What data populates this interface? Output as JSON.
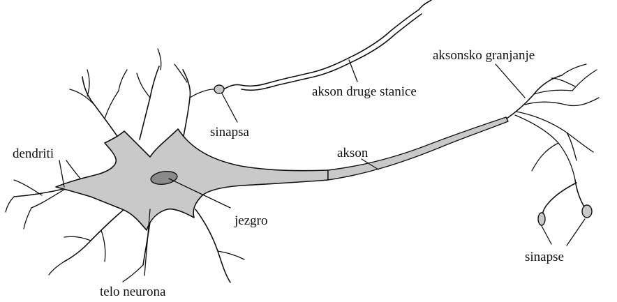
{
  "labels": {
    "dendrites": "dendriti",
    "cell_body": "telo neurona",
    "nucleus": "jezgro",
    "synapse": "sinapsa",
    "other_axon": "akson druge stanice",
    "axon": "akson",
    "axon_branching": "aksonsko granjanje",
    "synapses": "sinapse"
  },
  "colors": {
    "fill": "#c9c9c9",
    "nucleus": "#8a8a8a",
    "stroke": "#111111"
  }
}
